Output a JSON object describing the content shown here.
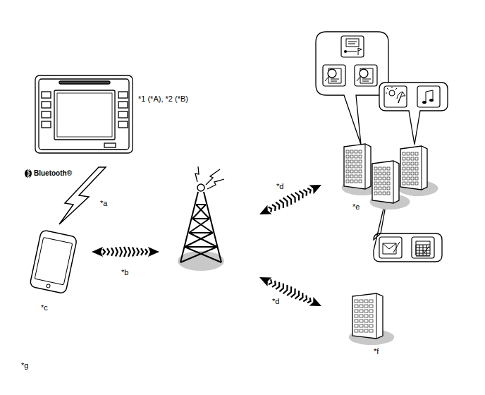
{
  "diagram": {
    "labels": [
      "*1 (*A), *2 (*B)",
      "Bluetooth®",
      "*a",
      "*b",
      "*c",
      "*d",
      "*d",
      "*e",
      "*f",
      "*g"
    ]
  }
}
